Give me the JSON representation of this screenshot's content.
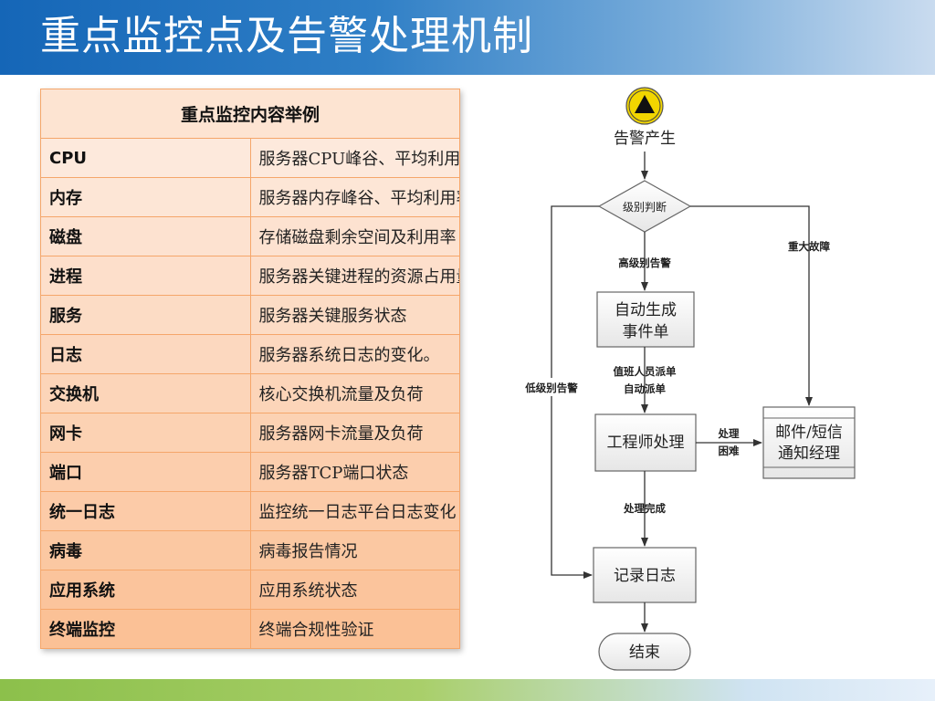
{
  "slide": {
    "title": "重点监控点及告警处理机制"
  },
  "table": {
    "header": "重点监控内容举例",
    "rows": [
      {
        "item": "CPU",
        "content": "服务器CPU峰谷、平均利用率"
      },
      {
        "item": "内存",
        "content": "服务器内存峰谷、平均利用率"
      },
      {
        "item": "磁盘",
        "content": "存储磁盘剩余空间及利用率"
      },
      {
        "item": "进程",
        "content": "服务器关键进程的资源占用量"
      },
      {
        "item": "服务",
        "content": "服务器关键服务状态"
      },
      {
        "item": "日志",
        "content": "服务器系统日志的变化。"
      },
      {
        "item": "交换机",
        "content": "核心交换机流量及负荷"
      },
      {
        "item": "网卡",
        "content": "服务器网卡流量及负荷"
      },
      {
        "item": "端口",
        "content": "服务器TCP端口状态"
      },
      {
        "item": "统一日志",
        "content": "监控统一日志平台日志变化"
      },
      {
        "item": "病毒",
        "content": "病毒报告情况"
      },
      {
        "item": "应用系统",
        "content": "应用系统状态"
      },
      {
        "item": "终端监控",
        "content": "终端合规性验证"
      }
    ],
    "colors": {
      "row_top": "#fde9dc",
      "row_bottom": "#fbc196",
      "border": "#f5a66a"
    }
  },
  "flow": {
    "start_label": "告警产生",
    "start_icon": "warning-triangle-icon",
    "decision": "级别判断",
    "edge_high": "高级别告警",
    "box_auto_line1": "自动生成",
    "box_auto_line2": "事件单",
    "edge_dispatch_line1": "值班人员派单",
    "edge_dispatch_line2": "自动派单",
    "box_engineer": "工程师处理",
    "edge_hard_line1": "处理",
    "edge_hard_line2": "困难",
    "box_notify_line1": "邮件/短信",
    "box_notify_line2": "通知经理",
    "edge_major": "重大故障",
    "edge_low": "低级别告警",
    "edge_done": "处理完成",
    "box_log": "记录日志",
    "end": "结束"
  }
}
